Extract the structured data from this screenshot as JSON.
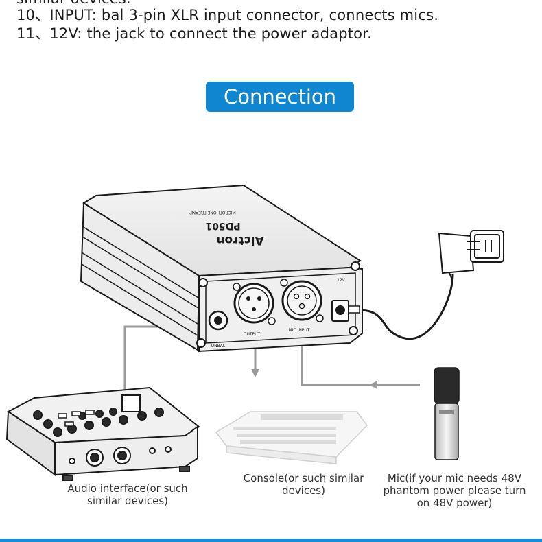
{
  "text": {
    "line0": "similar devices.",
    "line1": "10、INPUT: bal 3-pin XLR input connector, connects mics.",
    "line2": "11、12V: the jack to connect the power adaptor."
  },
  "banner": {
    "title": "Connection"
  },
  "device": {
    "brand": "Alctron",
    "model": "PD501",
    "subtitle": "MICROPHONE PREAMP",
    "label_12v": "12V",
    "label_output": "OUTPUT",
    "label_mic_input": "MIC INPUT",
    "label_unbal": "UNBAL"
  },
  "captions": {
    "audio_interface": "Audio interface(or such similar devices)",
    "console": "Console(or such similar devices)",
    "mic": "Mic(if your mic needs 48V phantom power please turn on 48V power)"
  },
  "colors": {
    "accent": "#0f86cf",
    "cable": "#9a9a9a"
  }
}
